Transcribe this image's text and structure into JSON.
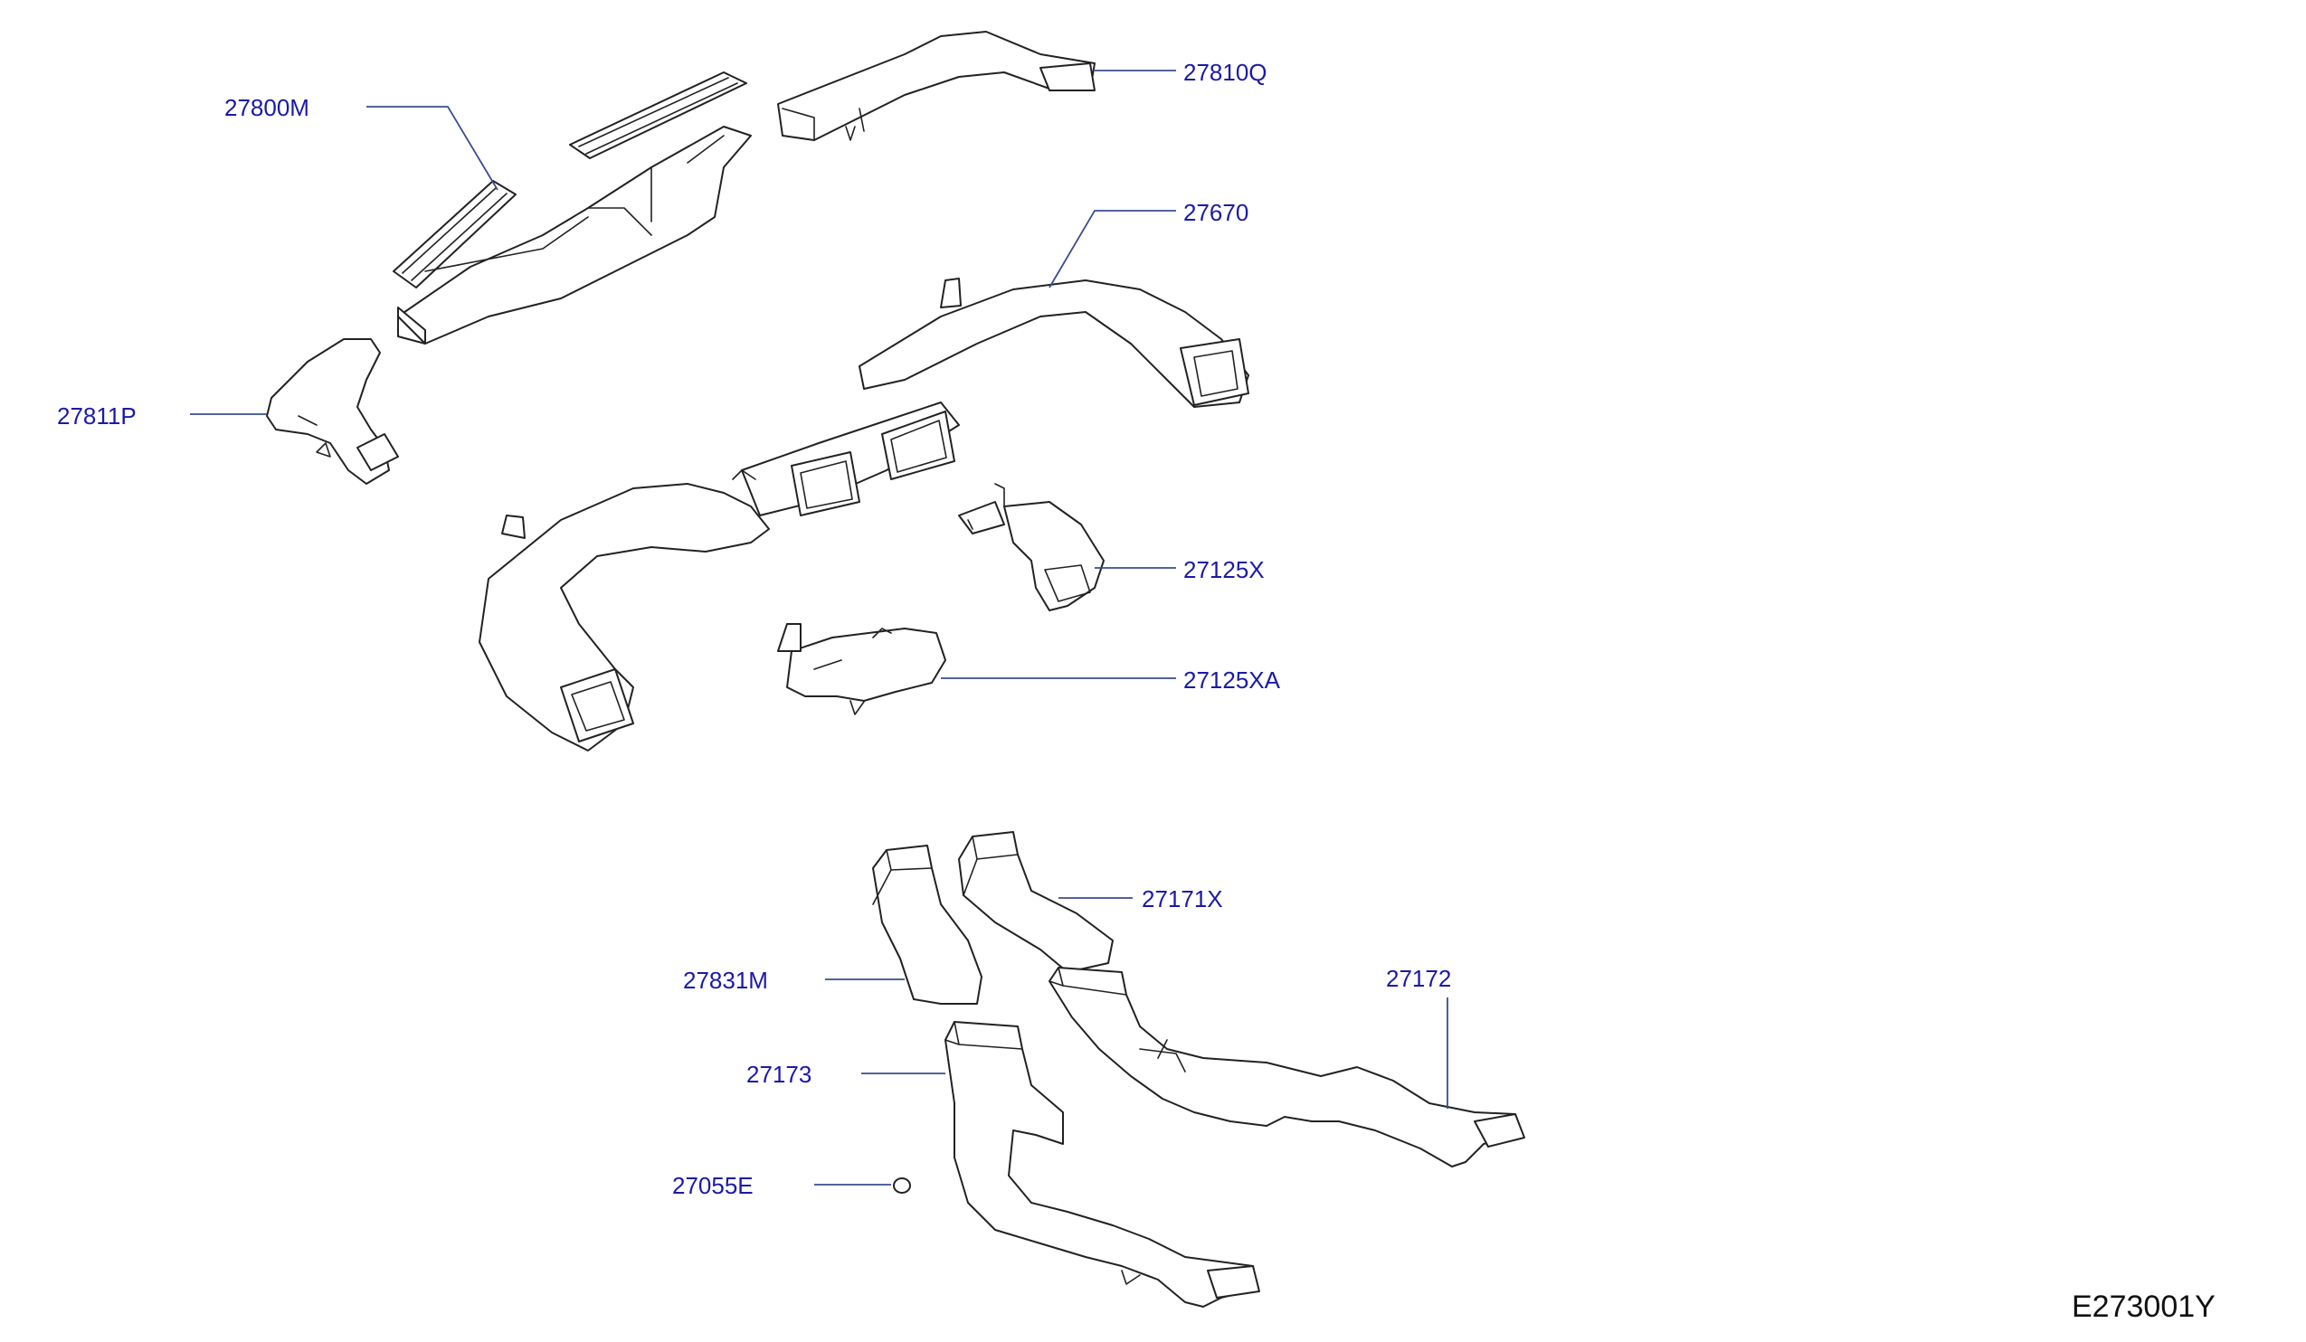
{
  "diagram": {
    "code": "E273001Y",
    "parts": [
      {
        "id": "p27800m",
        "label": "27800M"
      },
      {
        "id": "p27810q",
        "label": "27810Q"
      },
      {
        "id": "p27670",
        "label": "27670"
      },
      {
        "id": "p27811p",
        "label": "27811P"
      },
      {
        "id": "p27125x",
        "label": "27125X"
      },
      {
        "id": "p27125xa",
        "label": "27125XA"
      },
      {
        "id": "p27171x",
        "label": "27171X"
      },
      {
        "id": "p27831m",
        "label": "27831M"
      },
      {
        "id": "p27172",
        "label": "27172"
      },
      {
        "id": "p27173",
        "label": "27173"
      },
      {
        "id": "p27055e",
        "label": "27055E"
      }
    ]
  }
}
